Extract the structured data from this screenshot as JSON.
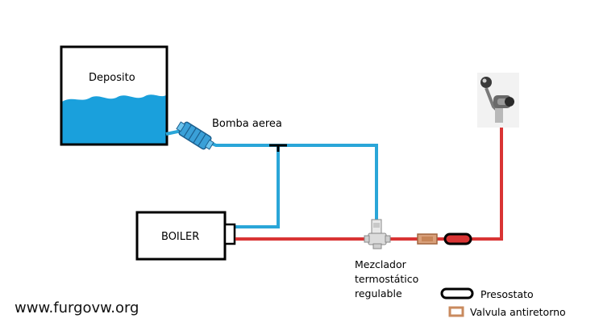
{
  "labels": {
    "deposito": "Deposito",
    "bomba": "Bomba aerea",
    "boiler": "BOILER",
    "mezclador_line1": "Mezclador",
    "mezclador_line2": "termostático",
    "mezclador_line3": "regulable"
  },
  "legend": {
    "presostato": "Presostato",
    "valvula": "Valvula antiretorno"
  },
  "watermark": "www.furgovw.org",
  "colors": {
    "cold_pipe": "#2aa6d8",
    "hot_pipe": "#d93434",
    "water": "#1aa0dc",
    "valve": "#c98a5e",
    "outline": "#000000"
  },
  "icons": [
    "pump-icon",
    "mixer-valve-icon",
    "check-valve-icon",
    "pressure-switch-icon",
    "tap-icon"
  ]
}
